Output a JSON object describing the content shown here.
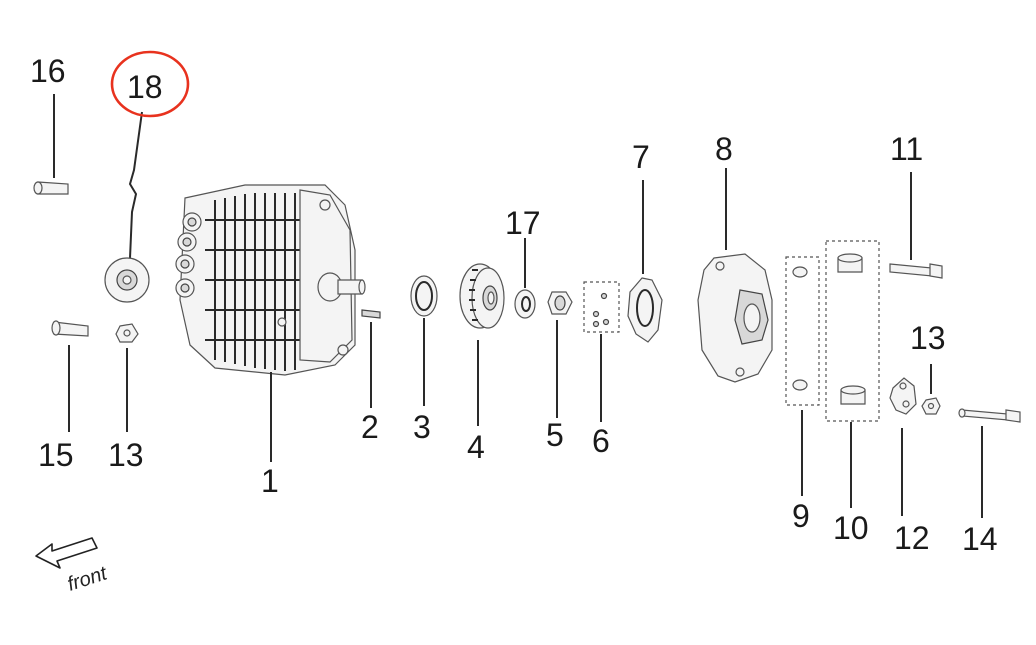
{
  "callouts": [
    {
      "id": "1",
      "label": "1"
    },
    {
      "id": "2",
      "label": "2"
    },
    {
      "id": "3",
      "label": "3"
    },
    {
      "id": "4",
      "label": "4"
    },
    {
      "id": "5",
      "label": "5"
    },
    {
      "id": "6",
      "label": "6"
    },
    {
      "id": "7",
      "label": "7"
    },
    {
      "id": "8",
      "label": "8"
    },
    {
      "id": "9",
      "label": "9"
    },
    {
      "id": "10",
      "label": "10"
    },
    {
      "id": "11",
      "label": "11"
    },
    {
      "id": "12",
      "label": "12"
    },
    {
      "id": "13a",
      "label": "13"
    },
    {
      "id": "13b",
      "label": "13"
    },
    {
      "id": "14",
      "label": "14"
    },
    {
      "id": "15",
      "label": "15"
    },
    {
      "id": "16",
      "label": "16"
    },
    {
      "id": "17",
      "label": "17"
    },
    {
      "id": "18",
      "label": "18"
    }
  ],
  "highlight": {
    "label": "18",
    "color": "#e8321e"
  },
  "direction": {
    "label": "front"
  }
}
